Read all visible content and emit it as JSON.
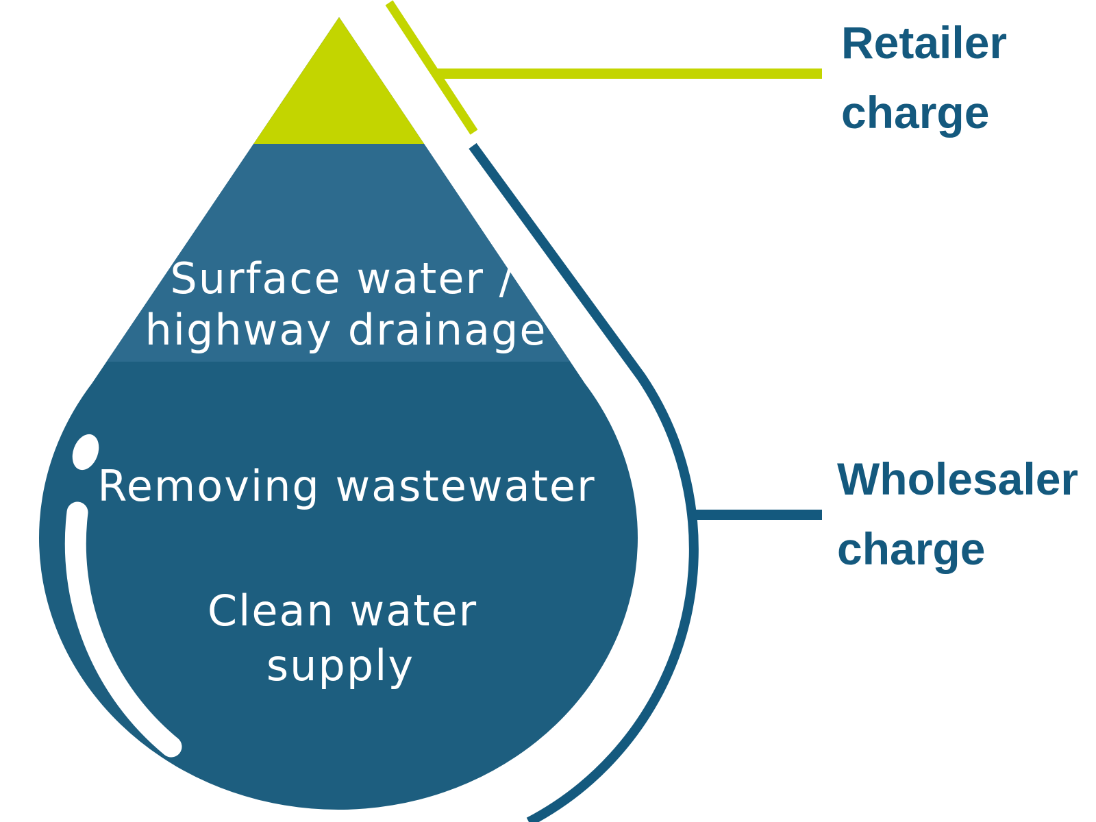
{
  "diagram": {
    "drop": {
      "surface_label": [
        "Surface water /",
        "highway drainage"
      ],
      "wastewater_label": "Removing wastewater",
      "clean_label": [
        "Clean water",
        "supply"
      ]
    },
    "callouts": {
      "retailer": {
        "label_lines": [
          "Retailer",
          "charge"
        ]
      },
      "wholesaler": {
        "label_lines": [
          "Wholesaler",
          "charge"
        ]
      }
    },
    "colors": {
      "retailer_lime": "#c3d500",
      "surface_blue": "#2d6b8e",
      "body_blue": "#1d5e7f",
      "outline_teal": "#14597e",
      "label_teal": "#14597e",
      "shine_white": "#ffffff"
    }
  }
}
